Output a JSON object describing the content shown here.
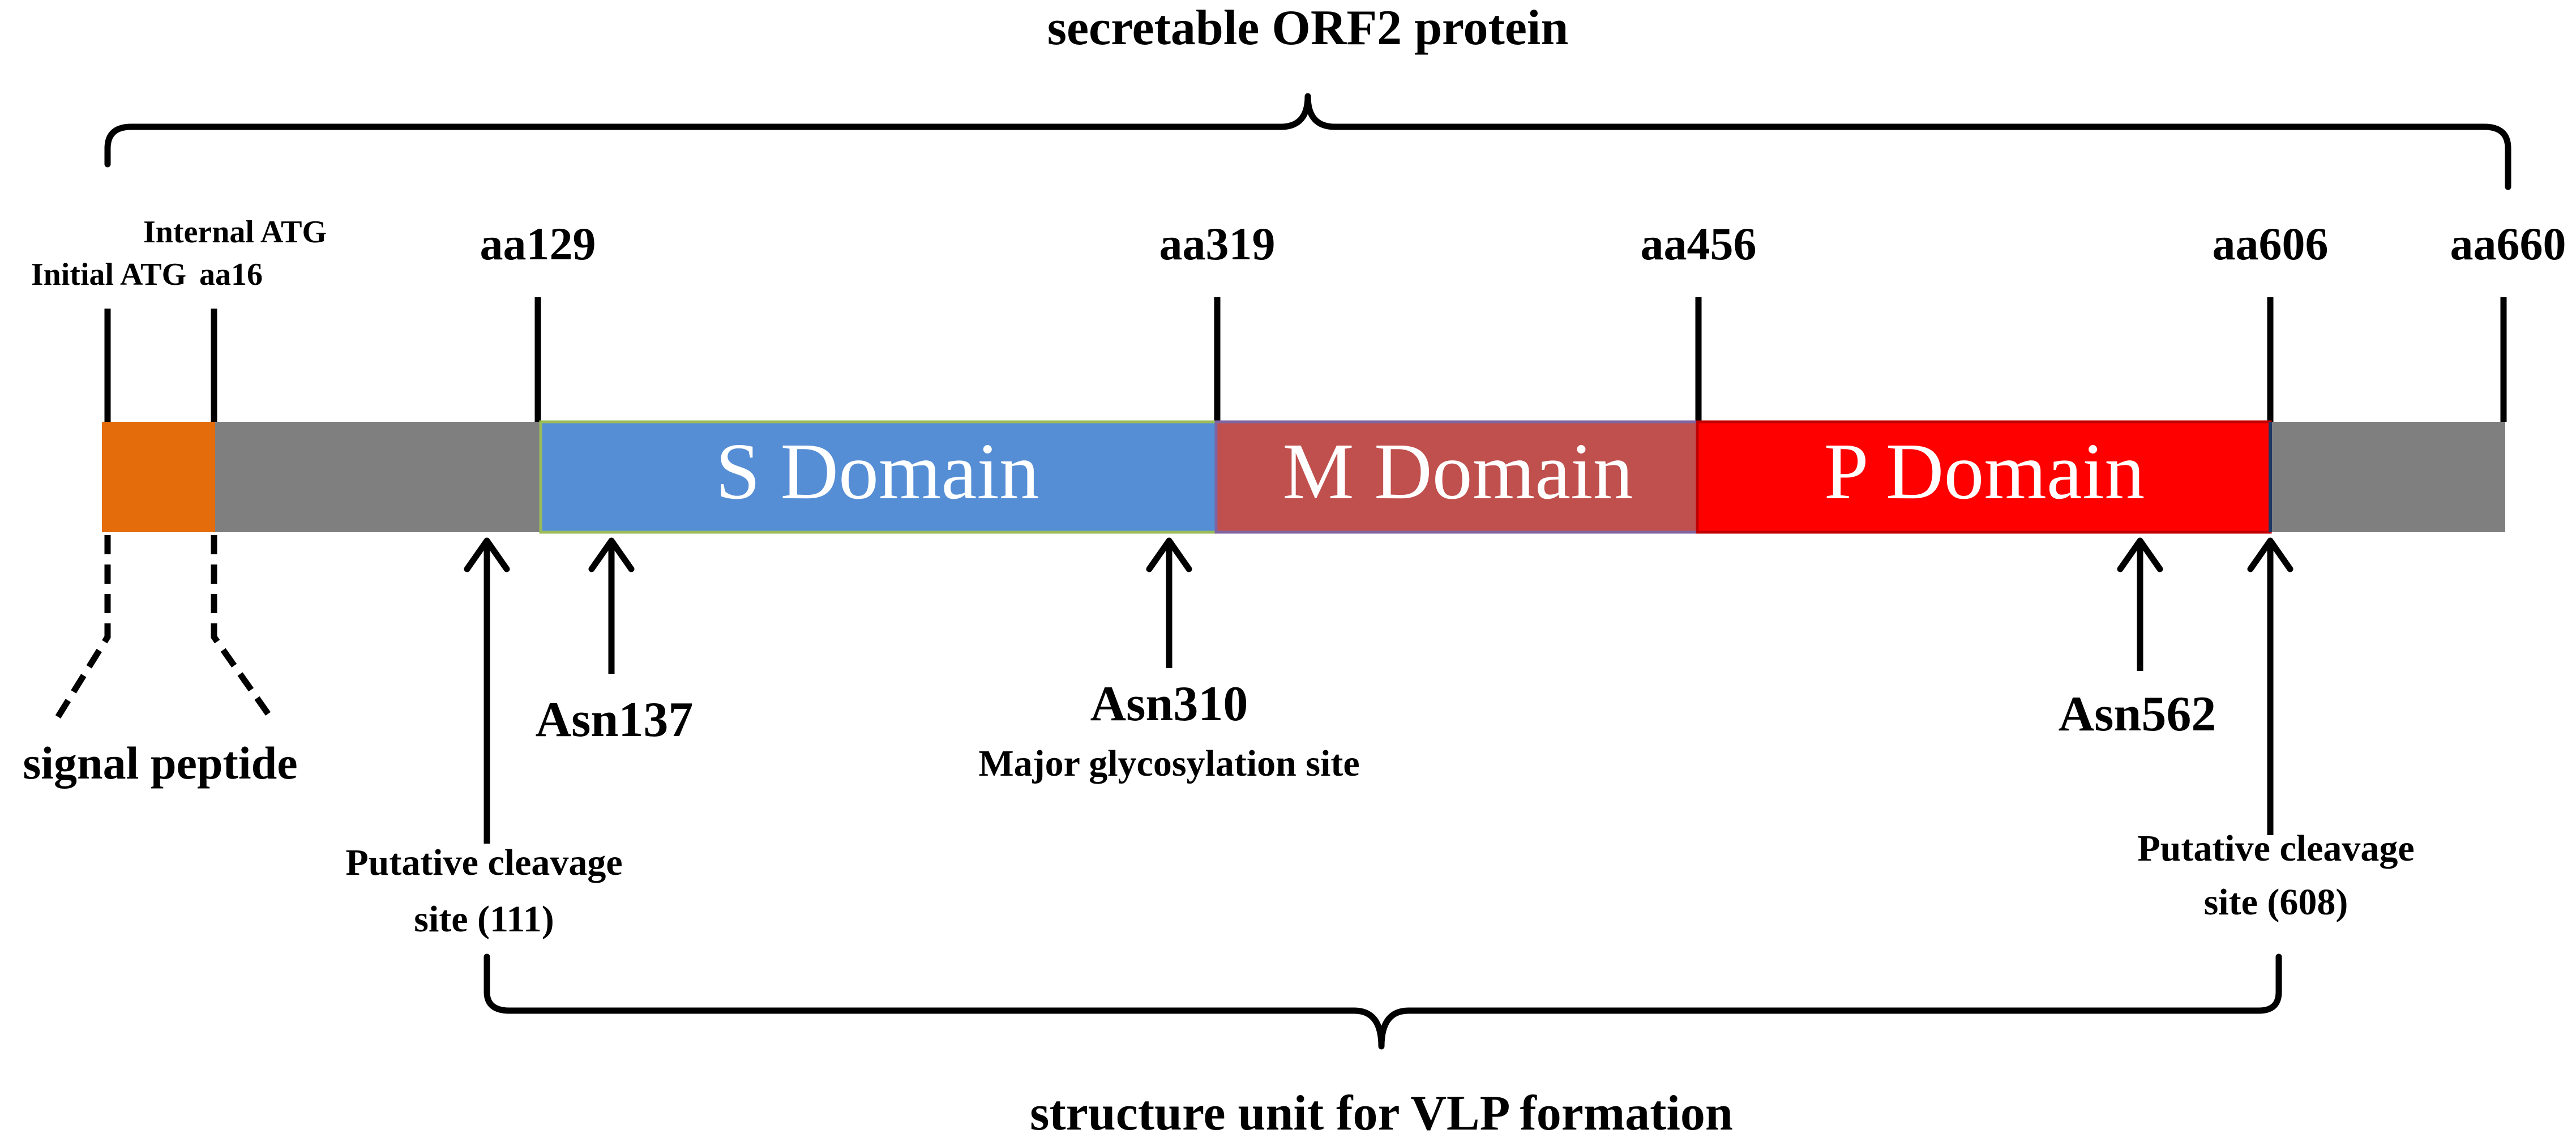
{
  "title_top": "secretable ORF2 protein",
  "title_bottom": "structure unit for VLP formation",
  "positions": {
    "initial_atg": "Initial ATG",
    "internal_atg_line1": "Internal ATG",
    "internal_atg_line2": "aa16",
    "aa129": "aa129",
    "aa319": "aa319",
    "aa456": "aa456",
    "aa606": "aa606",
    "aa660": "aa660"
  },
  "segments": [
    {
      "name": "signal",
      "color": "#E46C0A"
    },
    {
      "name": "gray-n",
      "color": "#7F7F7F"
    },
    {
      "name": "s-domain",
      "label": "S Domain",
      "color": "#558ED5"
    },
    {
      "name": "m-domain",
      "label": "M Domain",
      "color": "#C0504D"
    },
    {
      "name": "p-domain",
      "label": "P Domain",
      "color": "#FF0000"
    },
    {
      "name": "gray-c",
      "color": "#7F7F7F"
    }
  ],
  "annotations": {
    "signal_peptide": "signal peptide",
    "asn137": "Asn137",
    "asn310": "Asn310",
    "asn310_note": "Major glycosylation site",
    "asn562": "Asn562",
    "cleavage111_line1": "Putative cleavage",
    "cleavage111_line2": "site (111)",
    "cleavage608_line1": "Putative cleavage",
    "cleavage608_line2": "site (608)"
  }
}
